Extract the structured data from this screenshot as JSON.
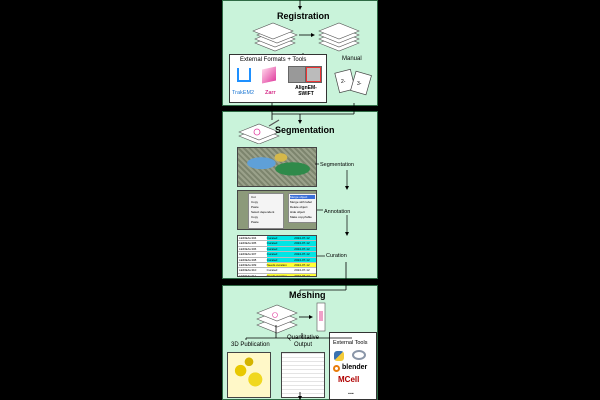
{
  "registration": {
    "title": "Registration",
    "external_box_title": "External Formats + Tools",
    "tools": [
      "TrakEM2",
      "Zarr",
      "AlignEM-SWIFT"
    ],
    "manual_label": "Manual"
  },
  "segmentation": {
    "title": "Segmentation",
    "steps": [
      "Segmentation",
      "Annotation",
      "Curation"
    ],
    "curation_rows": [
      {
        "id": "LEIDEAL304",
        "status": "Curated",
        "date": "2024-07-12",
        "color": "#00e5e5"
      },
      {
        "id": "LEIDEAL305",
        "status": "Curated",
        "date": "2024-07-12",
        "color": "#00e5e5"
      },
      {
        "id": "LEIDEAL306",
        "status": "Curated",
        "date": "2024-07-12",
        "color": "#00e5e5"
      },
      {
        "id": "LEIDEAL307",
        "status": "Curated",
        "date": "2024-07-12",
        "color": "#00e5e5"
      },
      {
        "id": "LEIDEAL308",
        "status": "Curated",
        "date": "2024-07-12",
        "color": "#00e5e5"
      },
      {
        "id": "LEIDEAL309",
        "status": "Needs curation",
        "date": "2024-07-12",
        "color": "#ffff33"
      },
      {
        "id": "LEIDEAL310",
        "status": "Curated",
        "date": "2024-07-12",
        "color": "#ffffff"
      },
      {
        "id": "LEIDEAL311",
        "status": "Needs curation",
        "date": "2024-07-12",
        "color": "#ffff33"
      },
      {
        "id": "LEIDEAL312",
        "status": "Needs curation",
        "date": "2024-07-12",
        "color": "#ffff33"
      }
    ],
    "menu_left": [
      "Cut",
      "Copy",
      "Paste",
      "Select dependent",
      "Copy",
      "Paste"
    ],
    "menu_right": [
      "Merge object",
      "Merge with label",
      "Delete object",
      "Hide object",
      "Make copy/table"
    ]
  },
  "meshing": {
    "title": "Meshing",
    "outputs": [
      "3D Publication",
      "Quantitative Output",
      "External Tools"
    ],
    "external_tools": [
      "blender",
      "MCell",
      "..."
    ]
  },
  "colors": {
    "panel": "#c9f3da",
    "border": "#2f6b45",
    "cyan": "#00e5e5",
    "yellow": "#ffff33"
  }
}
